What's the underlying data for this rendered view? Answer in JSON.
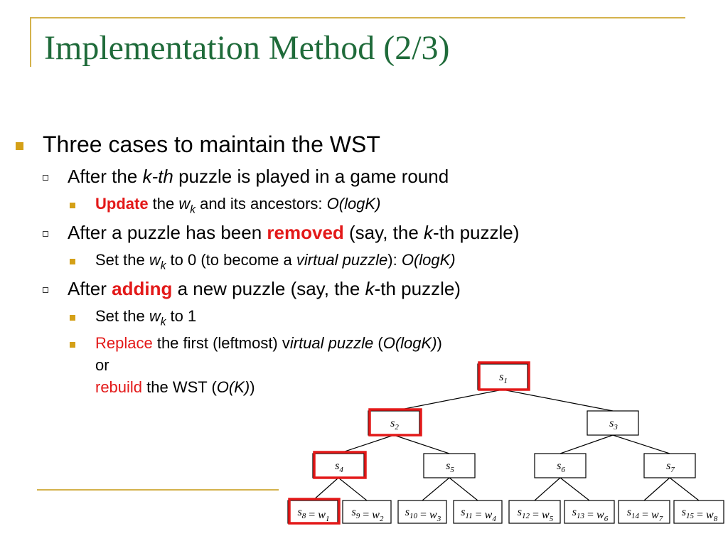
{
  "title": "Implementation Method (2/3)",
  "bullet1": "Three cases to maintain the WST",
  "case1": {
    "pre": "After the ",
    "k": "k-th",
    "post": " puzzle is played in a game round"
  },
  "case1_sub": {
    "update": "Update",
    "the": " the ",
    "w": "w",
    "k": "k",
    "rest": " and its ancestors: ",
    "cost": "O(logK)"
  },
  "case2": {
    "pre": "After a puzzle has been ",
    "removed": "removed",
    "mid": " (say, the ",
    "k": "k",
    "post": "-th puzzle)"
  },
  "case2_sub": {
    "pre": "Set the ",
    "w": "w",
    "k": "k",
    "mid": " to 0 (to become a ",
    "virtual": "virtual puzzle",
    "close": "): ",
    "cost": "O(logK)"
  },
  "case3": {
    "pre": "After ",
    "adding": "adding",
    "mid": " a new puzzle (say, the ",
    "k": "k",
    "post": "-th puzzle)"
  },
  "case3_sub1": {
    "pre": "Set the ",
    "w": "w",
    "k": "k",
    "post": " to 1"
  },
  "case3_sub2": {
    "replace": "Replace",
    "mid": " the first (leftmost) v",
    "virtual": "irtual puzzle",
    "open": " (",
    "cost": "O(logK)",
    "close": ")"
  },
  "case3_or": "or",
  "case3_rebuild": {
    "rebuild": "rebuild",
    "mid": " the WST (",
    "cost": "O(K)",
    "close": ")"
  },
  "tree": {
    "nodes": [
      "s1",
      "s2",
      "s3",
      "s4",
      "s5",
      "s6",
      "s7",
      "s8 = w1",
      "s9 = w2",
      "s10 = w3",
      "s11 = w4",
      "s12 = w5",
      "s13 = w6",
      "s14 = w7",
      "s15 = w8"
    ],
    "highlighted": [
      "s1",
      "s2",
      "s4",
      "s8 = w1"
    ],
    "highlight_color": "#e31919"
  },
  "colors": {
    "title": "#1f6b3a",
    "accent": "#d4b24c",
    "bullet": "#d4a017",
    "red": "#e31919"
  }
}
